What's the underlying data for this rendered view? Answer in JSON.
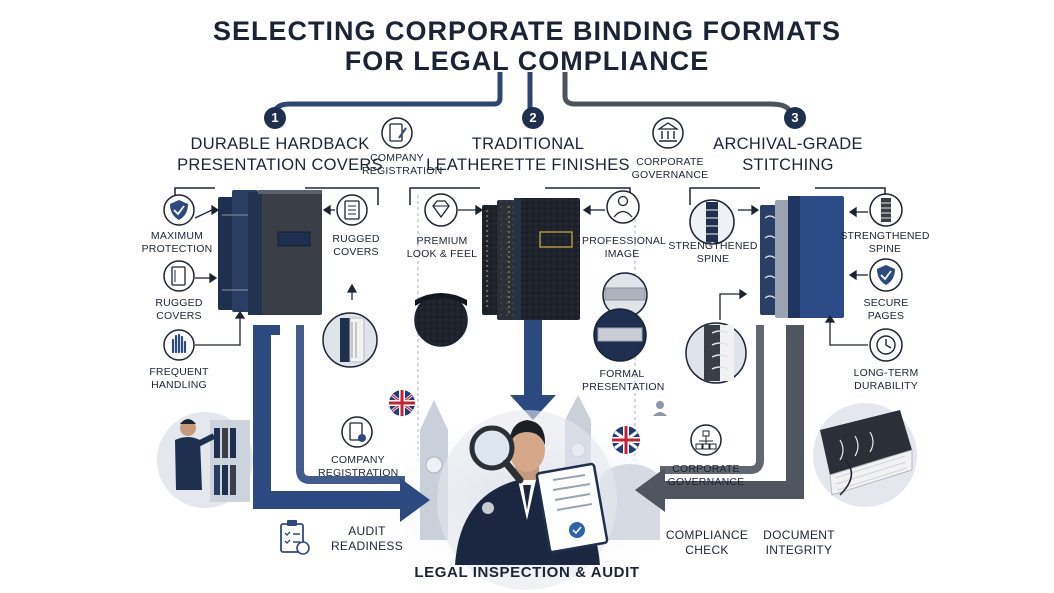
{
  "title": {
    "line1": "SELECTING CORPORATE BINDING FORMATS",
    "line2": "FOR LEGAL COMPLIANCE"
  },
  "columns": [
    {
      "number": "1",
      "heading_line1": "DURABLE HARDBACK",
      "heading_line2": "PRESENTATION COVERS",
      "labels": {
        "maximum_protection": "MAXIMUM PROTECTION",
        "rugged_covers_left": "RUGGED COVERS",
        "frequent_handling": "FREQUENT HANDLING",
        "rugged_covers_right": "RUGGED COVERS",
        "company_registration_top": "COMPANY REGISTRATION",
        "company_registration_bottom": "COMPANY REGISTRATION",
        "audit_readiness": "AUDIT READINESS"
      }
    },
    {
      "number": "2",
      "heading_line1": "TRADITIONAL",
      "heading_line2": "LEATHERETTE FINISHES",
      "labels": {
        "premium_look": "PREMIUM LOOK & FEEL",
        "professional_image": "PROFESSIONAL IMAGE",
        "formal_presentation": "FORMAL PRESENTATION",
        "corporate_governance_top": "CORPORATE GOVERNANCE"
      }
    },
    {
      "number": "3",
      "heading_line1": "ARCHIVAL-GRADE",
      "heading_line2": "STITCHING",
      "labels": {
        "strengthened_spine_left": "STRENGTHENED SPINE",
        "strengthened_spine_right": "STRENGTHENED SPINE",
        "secure_pages": "SECURE PAGES",
        "long_term_durability": "LONG-TERM DURABILITY",
        "corporate_governance_bottom": "CORPORATE GOVERNANCE",
        "compliance_check": "COMPLIANCE CHECK",
        "document_integrity": "DOCUMENT INTEGRITY"
      }
    }
  ],
  "bottom_title": "LEGAL INSPECTION & AUDIT",
  "colors": {
    "navy": "#1f2f4f",
    "blue_arrow": "#2d4a80",
    "grey_arrow": "#4f5660",
    "light_bg": "#e4e8ee",
    "flag_red": "#c8202e",
    "flag_blue": "#1f3d7a"
  },
  "icons": [
    "shield-check-icon",
    "book-pages-icon",
    "hand-stop-icon",
    "document-icon",
    "document-pen-icon",
    "diamond-icon",
    "businessman-icon",
    "bank-building-icon",
    "spine-icon",
    "clock-icon",
    "org-chart-icon",
    "clipboard-checklist-icon",
    "magnifying-glass-icon",
    "uk-flag-icon"
  ]
}
